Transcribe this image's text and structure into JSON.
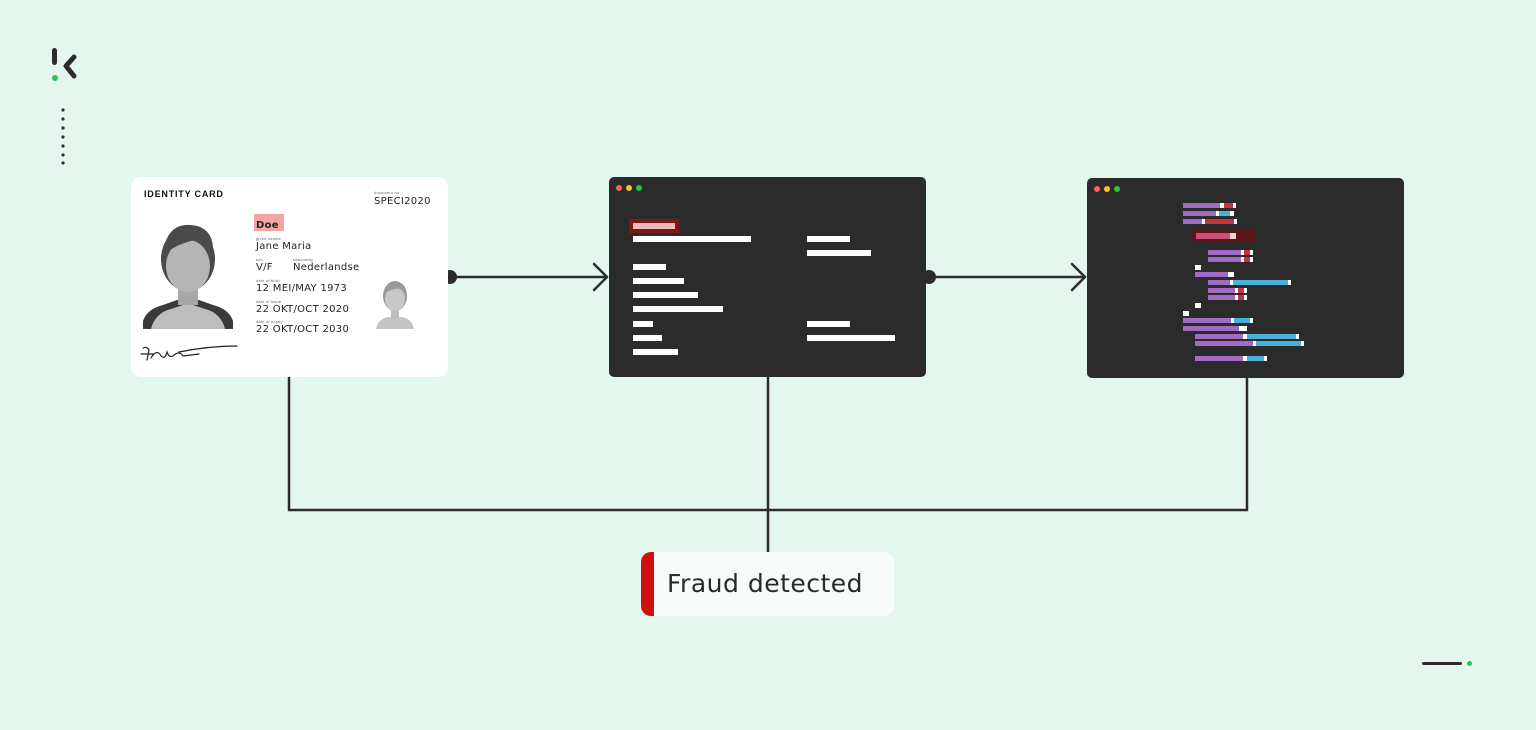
{
  "brand": {
    "logo_icon": "klippa-k-logo",
    "accent": "#22c55e"
  },
  "id_card": {
    "title": "IDENTITY CARD",
    "document_no_label": "document no",
    "document_no": "SPECI2020",
    "surname_label": "surname",
    "surname": "Doe",
    "given_names_label": "given names",
    "given_names": "Jane Maria",
    "sex_label": "sex",
    "sex": "V/F",
    "nationality_label": "nationality",
    "nationality": "Nederlandse",
    "dob_label": "date of birth",
    "dob": "12 MEI/MAY 1973",
    "doi_label": "date of issue",
    "doi": "22 OKT/OCT 2020",
    "doe_label": "date of expiry",
    "doe": "22 OKT/OCT 2030"
  },
  "windows": {
    "dot_colors": [
      "#ff5f57",
      "#febc2e",
      "#28c840"
    ],
    "extraction_highlight": "#7a1a1a",
    "analysis_colors": {
      "purple": "#a06cc4",
      "blue": "#4ab0d8",
      "red": "#c8323c",
      "white": "#ffffff",
      "dark_red": "#5a1414"
    }
  },
  "result": {
    "label": "Fraud detected",
    "accent": "#d10f0f"
  }
}
